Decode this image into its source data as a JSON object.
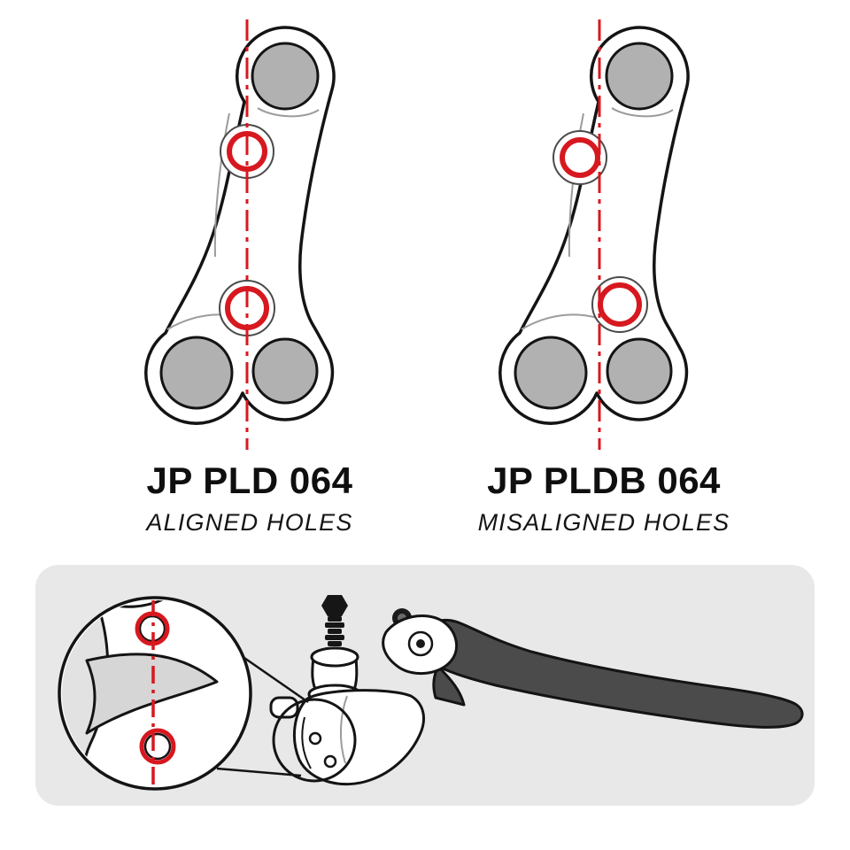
{
  "colors": {
    "background": "#ffffff",
    "panel_gray": "#e8e8e8",
    "accent_red": "#d7181f",
    "hole_gray": "#b1b1b1",
    "outline_black": "#141414",
    "lever_gray": "#4b4b4b"
  },
  "products": [
    {
      "code": "JP PLD 064",
      "feature": "ALIGNED HOLES"
    },
    {
      "code": "JP PLDB 064",
      "feature": "MISALIGNED HOLES"
    }
  ],
  "icons": {
    "centerline": "red dash-dot vertical reference line",
    "hole_marker": "red circle highlighting bolt hole",
    "magnifier": "zoom detail circle of bracket holes on brake lever assembly"
  }
}
